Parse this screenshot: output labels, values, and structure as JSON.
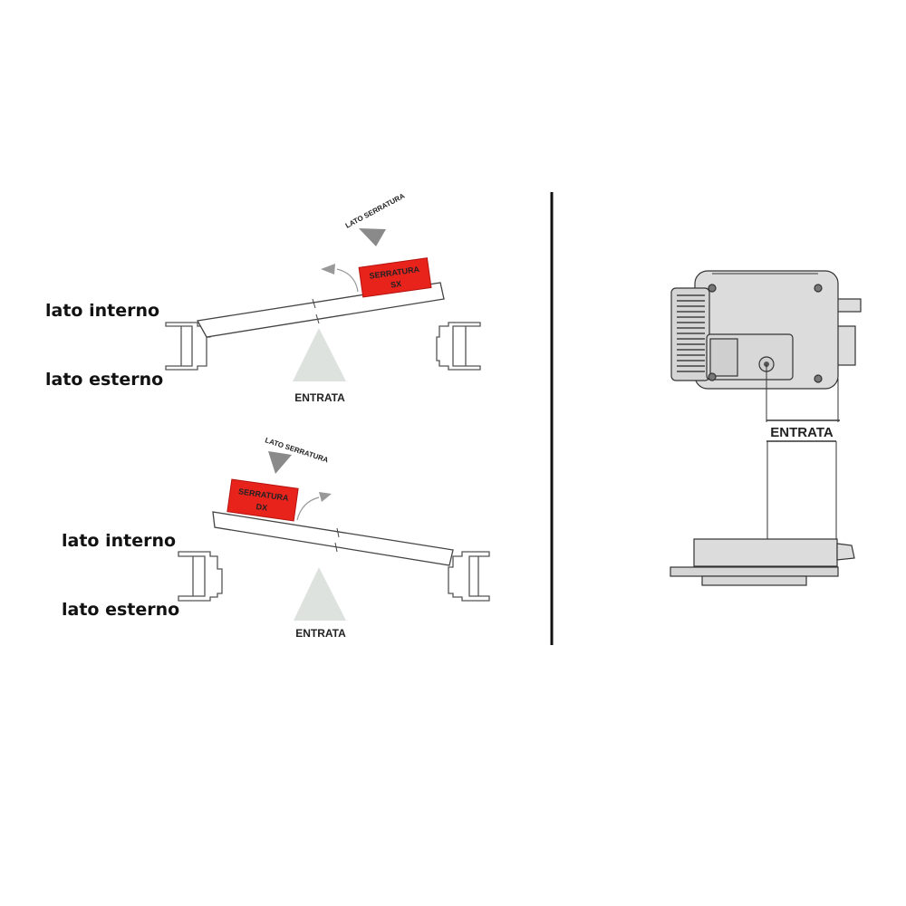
{
  "top_diagram": {
    "label_inside": "lato interno",
    "label_outside": "lato esterno",
    "lock_side": "LATO SERRATURA",
    "lock_line1": "SERRATURA",
    "lock_line2": "SX",
    "entrance": "ENTRATA"
  },
  "bottom_diagram": {
    "label_inside": "lato interno",
    "label_outside": "lato esterno",
    "lock_side": "LATO SERRATURA",
    "lock_line1": "SERRATURA",
    "lock_line2": "DX",
    "entrance": "ENTRATA"
  },
  "lock_diagram": {
    "entrance": "ENTRATA"
  },
  "colors": {
    "lock_red": "#e8231c",
    "entrance_red": "#d8322a",
    "arrow_gray": "#8a8a8a",
    "triangle_gray": "#dde2df",
    "lock_body": "#dcdcdc"
  }
}
